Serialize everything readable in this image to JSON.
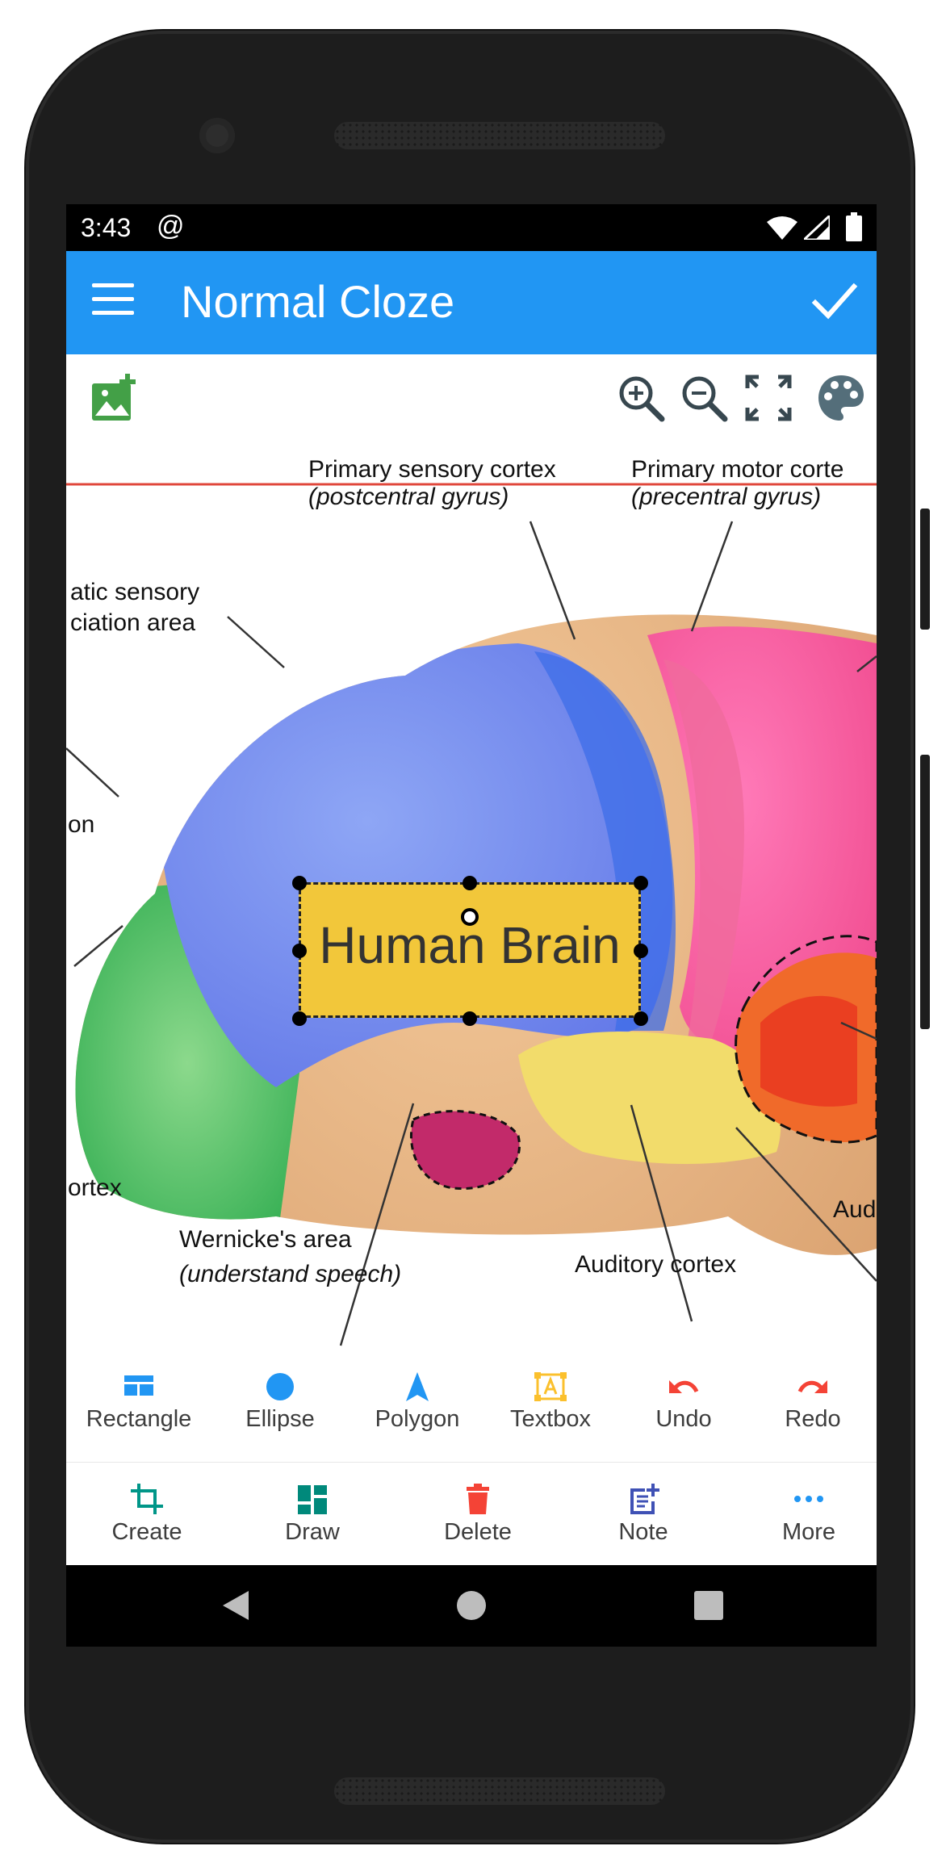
{
  "status": {
    "time": "3:43",
    "at_icon": "@"
  },
  "appbar": {
    "title": "Normal Cloze",
    "menu_icon": "menu-icon",
    "confirm_icon": "check-icon"
  },
  "toolbar": {
    "icons": [
      "add-image-icon",
      "zoom-in-icon",
      "zoom-out-icon",
      "fullscreen-icon",
      "palette-icon"
    ]
  },
  "diagram": {
    "labels": {
      "primary_sensory": "Primary sensory cortex",
      "primary_sensory_sub": "(postcentral gyrus)",
      "primary_motor": "Primary motor corte",
      "primary_motor_sub": "(precentral gyrus)",
      "somatic_1": "atic sensory",
      "somatic_2": "ciation area",
      "on": "on",
      "ortex": "ortex",
      "wernicke": "Wernicke's area",
      "wernicke_sub": "(understand speech)",
      "auditory": "Auditory cortex",
      "aud": "Aud"
    },
    "cloze_text": "Human Brain"
  },
  "shapes": [
    {
      "label": "Rectangle",
      "icon": "rectangle-icon",
      "color": "#2196f3"
    },
    {
      "label": "Ellipse",
      "icon": "ellipse-icon",
      "color": "#2196f3"
    },
    {
      "label": "Polygon",
      "icon": "polygon-icon",
      "color": "#2196f3"
    },
    {
      "label": "Textbox",
      "icon": "textbox-icon",
      "color": "#fbc02d"
    },
    {
      "label": "Undo",
      "icon": "undo-icon",
      "color": "#f44336"
    },
    {
      "label": "Redo",
      "icon": "redo-icon",
      "color": "#f44336"
    }
  ],
  "nav": [
    {
      "label": "Create",
      "icon": "crop-icon",
      "color": "#009688"
    },
    {
      "label": "Draw",
      "icon": "dashboard-icon",
      "color": "#00897b"
    },
    {
      "label": "Delete",
      "icon": "trash-icon",
      "color": "#f44336"
    },
    {
      "label": "Note",
      "icon": "note-add-icon",
      "color": "#3f51b5"
    },
    {
      "label": "More",
      "icon": "more-icon",
      "color": "#2196f3"
    }
  ],
  "colors": {
    "primary": "#2196f3",
    "accent_red": "#f44336",
    "cloze_fill": "#f2c73a"
  }
}
